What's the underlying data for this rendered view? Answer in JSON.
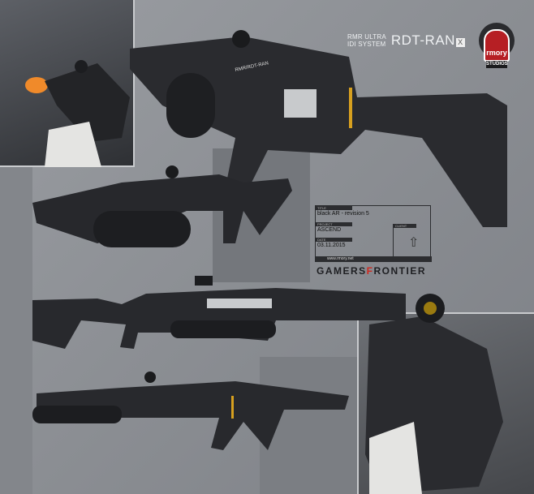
{
  "header": {
    "line1": "RMR ULTRA",
    "line2": "IDI SYSTEM",
    "model": "RDT-RAN",
    "model_mark": "X"
  },
  "logo": {
    "name": "rmory",
    "subtitle": "STUDIOS",
    "color": "#b61f24"
  },
  "title_card": {
    "title_label": "TITLE",
    "title": "black AR - revision 5",
    "project_label": "PROJECT",
    "project": "ASCEND",
    "client_label": "CLIENT",
    "date_label": "DATE",
    "date": "03.11.2015",
    "url": "www.rmory.net"
  },
  "brand": {
    "part1": "GAMERS",
    "part2": "F",
    "part3": "RONTIER",
    "accent": "#d0281f"
  },
  "gun_marking": "RMR/RDT-RAN"
}
